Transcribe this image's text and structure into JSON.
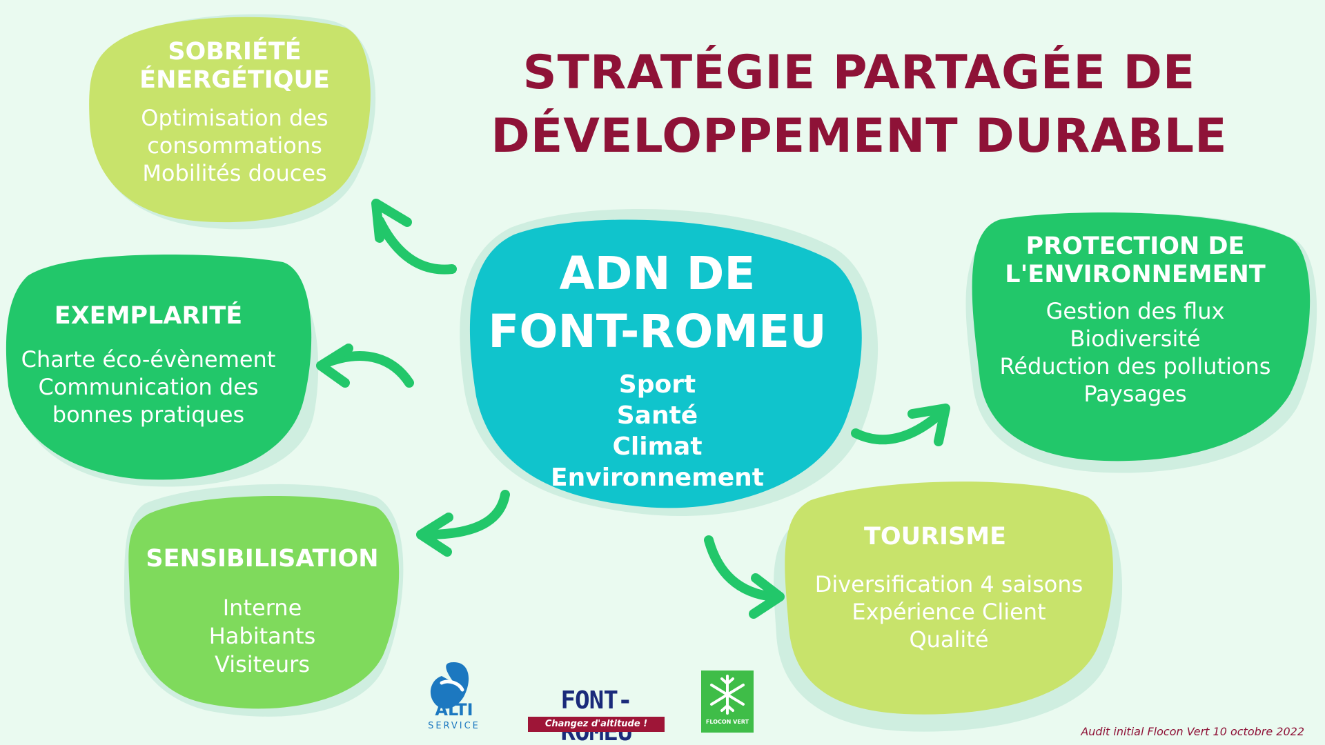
{
  "title": {
    "line1": "STRATÉGIE PARTAGÉE DE",
    "line2": "DÉVELOPPEMENT DURABLE"
  },
  "center": {
    "heading_line1": "ADN DE",
    "heading_line2": "FONT-ROMEU",
    "items": [
      "Sport",
      "Santé",
      "Climat",
      "Environnement"
    ],
    "color": "#10c4cc"
  },
  "nodes": {
    "sobriete": {
      "heading_line1": "SOBRIÉTÉ",
      "heading_line2": "ÉNERGÉTIQUE",
      "items": [
        "Optimisation des",
        "consommations",
        "Mobilités douces"
      ],
      "color": "#c8e36b"
    },
    "exemplarite": {
      "heading": "EXEMPLARITÉ",
      "items": [
        "Charte éco-évènement",
        "Communication des",
        "bonnes pratiques"
      ],
      "color": "#22c76a"
    },
    "sensibilisation": {
      "heading": "SENSIBILISATION",
      "items": [
        "Interne",
        "Habitants",
        "Visiteurs"
      ],
      "color": "#7fda5c"
    },
    "protection": {
      "heading_line1": "PROTECTION DE",
      "heading_line2": "L'ENVIRONNEMENT",
      "items": [
        "Gestion des flux",
        "Biodiversité",
        "Réduction des pollutions",
        "Paysages"
      ],
      "color": "#22c76a"
    },
    "tourisme": {
      "heading": "TOURISME",
      "items": [
        "Diversification 4 saisons",
        "Expérience Client",
        "Qualité"
      ],
      "color": "#c8e36b"
    }
  },
  "arrow_color": "#22c76a",
  "title_color": "#8e1237",
  "logos": {
    "alti": {
      "name": "ALTI",
      "sub": "SERVICE"
    },
    "font_romeu": {
      "name": "FONT-ROMEU",
      "tagline": "Changez d'altitude !"
    },
    "flocon_vert": {
      "name": "FLOCON VERT"
    }
  },
  "footer_note": "Audit initial Flocon Vert 10 octobre 2022"
}
